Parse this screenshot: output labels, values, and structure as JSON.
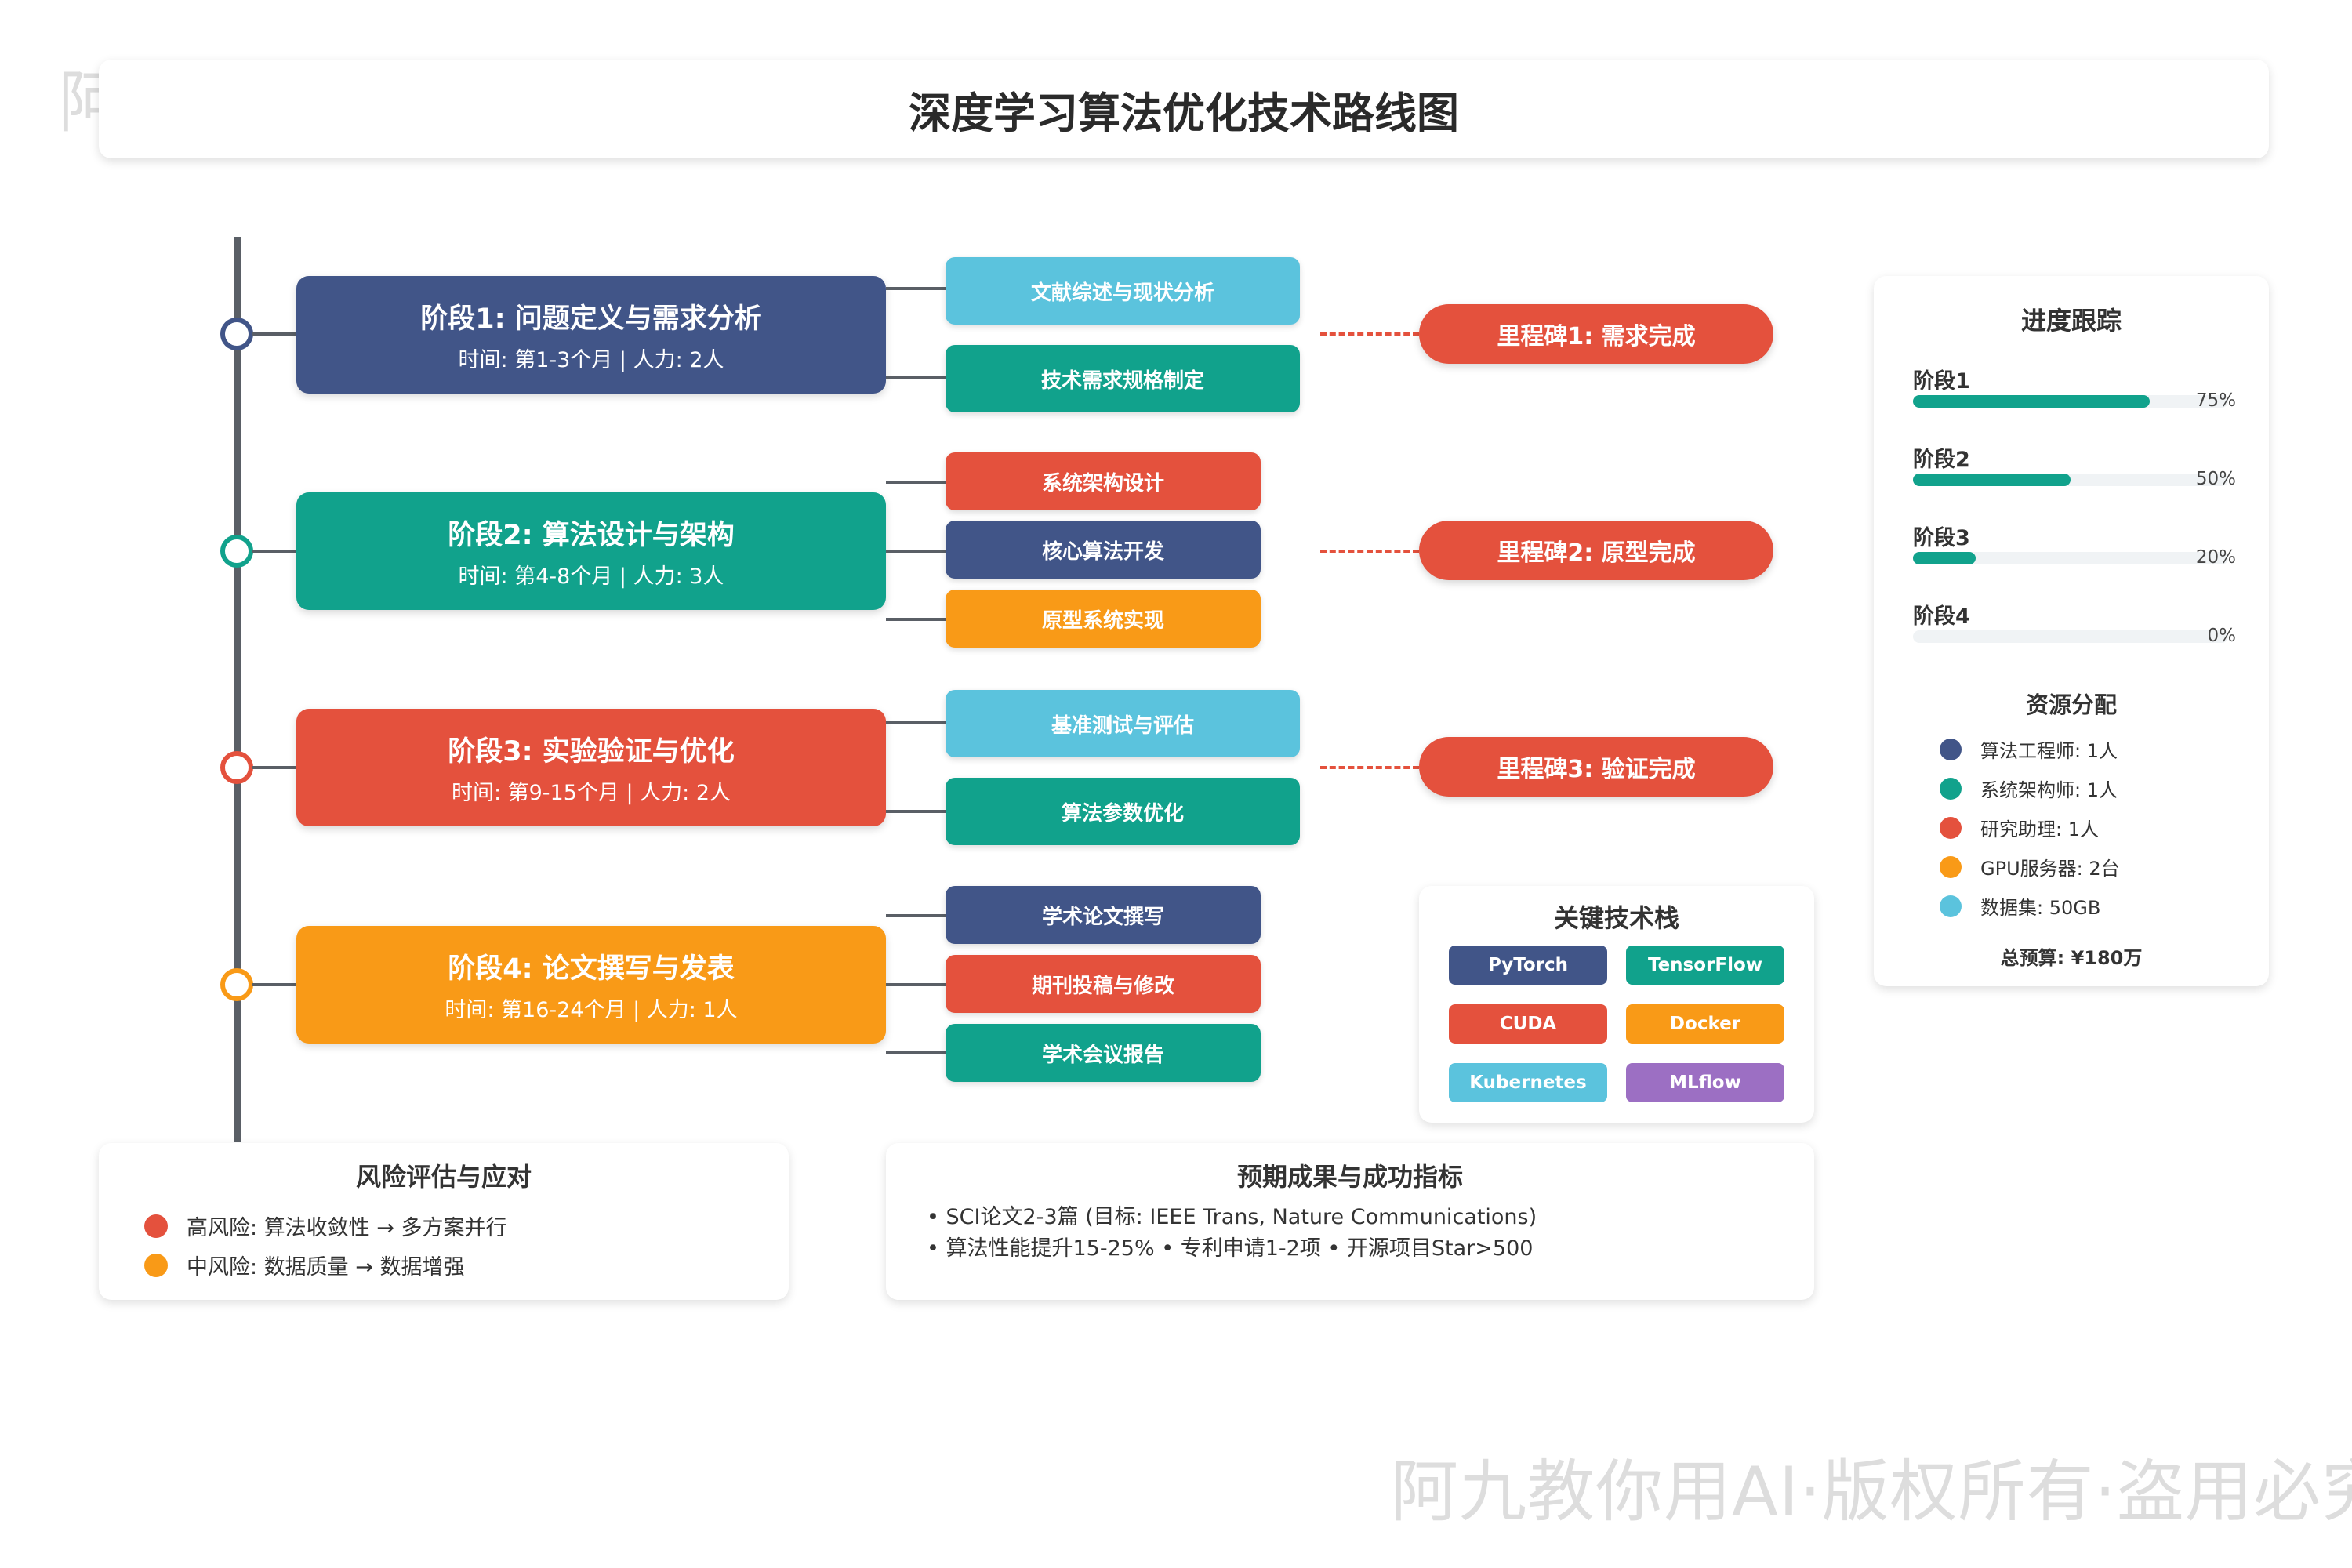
{
  "watermark": {
    "text": "阿九教你用AI·版权所有·盗用必究"
  },
  "title": "深度学习算法优化技术路线图",
  "colors": {
    "navy": "#415588",
    "teal": "#11A28C",
    "red": "#E4513D",
    "orange": "#F99A17",
    "sky": "#5BC3DD",
    "purple": "#9C6FC3",
    "timeline": "#5a5f66"
  },
  "phases": [
    {
      "title": "阶段1: 问题定义与需求分析",
      "subtitle": "时间: 第1-3个月 | 人力: 2人",
      "tasks": [
        "文献综述与现状分析",
        "技术需求规格制定"
      ],
      "milestone": "里程碑1: 需求完成"
    },
    {
      "title": "阶段2: 算法设计与架构",
      "subtitle": "时间: 第4-8个月 | 人力: 3人",
      "tasks": [
        "系统架构设计",
        "核心算法开发",
        "原型系统实现"
      ],
      "milestone": "里程碑2: 原型完成"
    },
    {
      "title": "阶段3: 实验验证与优化",
      "subtitle": "时间: 第9-15个月 | 人力: 2人",
      "tasks": [
        "基准测试与评估",
        "算法参数优化"
      ],
      "milestone": "里程碑3: 验证完成"
    },
    {
      "title": "阶段4: 论文撰写与发表",
      "subtitle": "时间: 第16-24个月 | 人力: 1人",
      "tasks": [
        "学术论文撰写",
        "期刊投稿与修改",
        "学术会议报告"
      ]
    }
  ],
  "progress": {
    "title": "进度跟踪",
    "items": [
      {
        "label": "阶段1",
        "value": 75,
        "pct": "75%"
      },
      {
        "label": "阶段2",
        "value": 50,
        "pct": "50%"
      },
      {
        "label": "阶段3",
        "value": 20,
        "pct": "20%"
      },
      {
        "label": "阶段4",
        "value": 0,
        "pct": "0%"
      }
    ]
  },
  "resources": {
    "title": "资源分配",
    "items": [
      {
        "label": "算法工程师: 1人",
        "color": "#415588"
      },
      {
        "label": "系统架构师: 1人",
        "color": "#11A28C"
      },
      {
        "label": "研究助理: 1人",
        "color": "#E4513D"
      },
      {
        "label": "GPU服务器: 2台",
        "color": "#F99A17"
      },
      {
        "label": "数据集: 50GB",
        "color": "#5BC3DD"
      }
    ],
    "budget": "总预算: ¥180万"
  },
  "tech_stack": {
    "title": "关键技术栈",
    "items": [
      {
        "label": "PyTorch",
        "color": "#415588"
      },
      {
        "label": "TensorFlow",
        "color": "#11A28C"
      },
      {
        "label": "CUDA",
        "color": "#E4513D"
      },
      {
        "label": "Docker",
        "color": "#F99A17"
      },
      {
        "label": "Kubernetes",
        "color": "#5BC3DD"
      },
      {
        "label": "MLflow",
        "color": "#9C6FC3"
      }
    ]
  },
  "risk": {
    "title": "风险评估与应对",
    "items": [
      {
        "label": "高风险: 算法收敛性 → 多方案并行",
        "color": "#E4513D"
      },
      {
        "label": "中风险: 数据质量 → 数据增强",
        "color": "#F99A17"
      }
    ]
  },
  "outcomes": {
    "title": "预期成果与成功指标",
    "lines": [
      "• SCI论文2-3篇 (目标: IEEE Trans, Nature Communications)",
      "• 算法性能提升15-25% • 专利申请1-2项 • 开源项目Star>500"
    ]
  }
}
